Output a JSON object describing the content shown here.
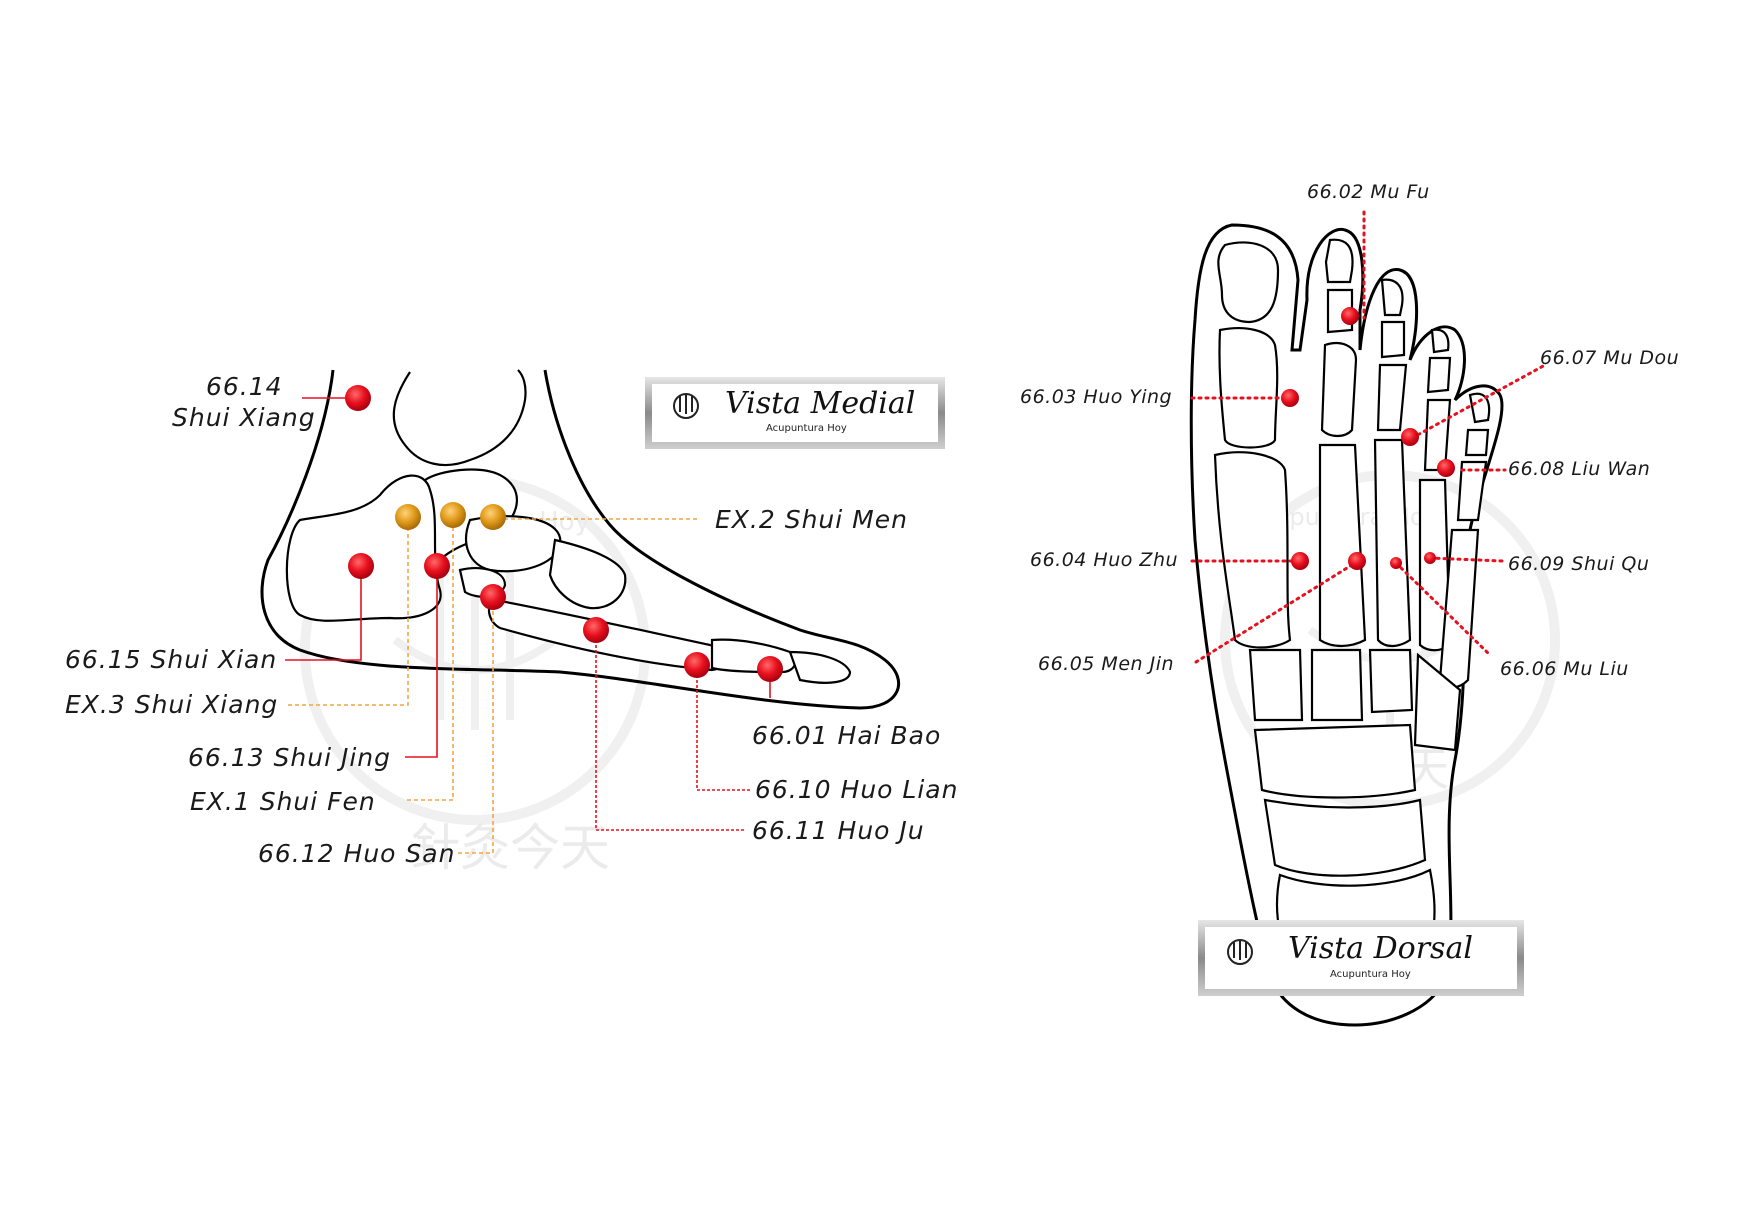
{
  "medial_badge": {
    "title": "Vista Medial",
    "subtitle": "Acupuntura Hoy"
  },
  "dorsal_badge": {
    "title": "Vista Dorsal",
    "subtitle": "Acupuntura Hoy"
  },
  "watermark": {
    "latin": "Acupuntura Hoy",
    "cjk": "針灸今天"
  },
  "medial_points": {
    "p6614_code": "66.14",
    "p6614_name": "Shui Xiang",
    "ex2": "EX.2 Shui Men",
    "p6615": "66.15 Shui Xian",
    "ex3": "EX.3 Shui Xiang",
    "p6613": "66.13 Shui Jing",
    "ex1": "EX.1 Shui Fen",
    "p6612": "66.12 Huo San",
    "p6601": "66.01 Hai Bao",
    "p6610": "66.10 Huo Lian",
    "p6611": "66.11 Huo Ju"
  },
  "dorsal_points": {
    "p6602": "66.02 Mu Fu",
    "p6603": "66.03 Huo Ying",
    "p6607": "66.07 Mu Dou",
    "p6608": "66.08 Liu Wan",
    "p6604": "66.04 Huo Zhu",
    "p6609": "66.09 Shui Qu",
    "p6605": "66.05 Men Jin",
    "p6606": "66.06 Mu Liu"
  },
  "colors": {
    "point_red": "#e8101e",
    "point_gold": "#e09a1a",
    "leader_red": "#e8101e",
    "leader_orange": "#f2a640"
  }
}
